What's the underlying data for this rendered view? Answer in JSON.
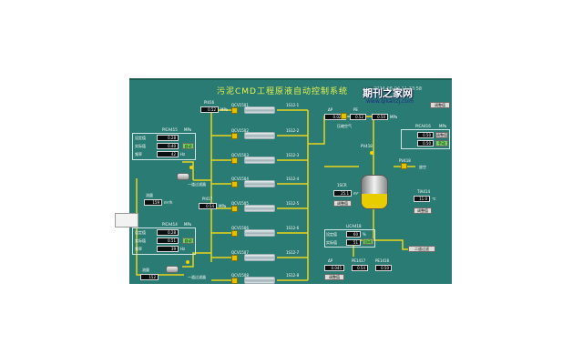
{
  "header": {
    "title": "污泥CMD工程原液自动控制系统",
    "clock": "2024-06-04 11:33:58"
  },
  "left": {
    "pump_a": {
      "tag": "PICA415",
      "unit": "MPa",
      "pressure": "0.28",
      "setpoint": "0.40",
      "freq": "42",
      "freq_unit": "Hz",
      "btn": "自动"
    },
    "flow_a": {
      "value": "159",
      "unit": "m³/h"
    },
    "pump_b": {
      "tag": "PICA414",
      "unit": "MPa",
      "pressure": "0.28",
      "setpoint": "0.51",
      "freq": "39",
      "freq_unit": "Hz",
      "btn": "自动"
    },
    "flow_b": {
      "value": "152",
      "unit": "m³/h"
    },
    "side_button": "",
    "label_pressure": "设定值",
    "label_actual": "实际值",
    "label_freq": "频率",
    "label_flow": "流量",
    "filter_a_label": "一道过滤器",
    "filter_b_label": "一道过滤器"
  },
  "center": {
    "header_pi": {
      "tag": "PI416",
      "value": "0.52",
      "unit": "MPa"
    },
    "mid_pi": {
      "tag": "PI417",
      "value": "0.54",
      "unit": "MPa"
    },
    "valves": [
      "QCV1501",
      "QCV1502",
      "QCV1503",
      "QCV1504",
      "QCV1505",
      "QCV1506",
      "QCV1507",
      "QCV1508"
    ],
    "filters": [
      "1S12-1",
      "1S12-2",
      "1S12-3",
      "1S12-4",
      "1S12-5",
      "1S12-6",
      "1S12-7",
      "1S12-8"
    ]
  },
  "right": {
    "dp": {
      "label": "ΔP",
      "value": "0.022"
    },
    "pe": {
      "tag": "PE",
      "value": "0.52"
    },
    "reading": {
      "value": "0.50",
      "unit": "MPa"
    },
    "top_btn": "调整值",
    "pica416": {
      "tag": "PICA416",
      "unit": "MPa",
      "setpoint": "0.50",
      "actual": "0.50",
      "btn_a": "调整值",
      "btn_b": "手动"
    },
    "air": "压缩空气",
    "pv_tag": "PV418",
    "pv2_tag": "PV418",
    "vent": "放空",
    "tank_label": "",
    "tank_tag": "1SCR",
    "tank_value": "25.1",
    "tank_unit": "m³",
    "tank_btn": "调整值",
    "tank_level": 0.45,
    "ti": {
      "tag": "TIA414",
      "value": "11.0",
      "unit": "℃",
      "btn": "调整值"
    },
    "lica": {
      "tag": "LICA418",
      "setpoint": "60",
      "actual": "51",
      "unit": "%",
      "btn": "自动",
      "label_set": "设定值",
      "label_act": "实际值"
    },
    "bottom_pe": [
      {
        "tag": "ΔP",
        "value": "0.045"
      },
      {
        "tag": "PE1417",
        "value": "0.54"
      },
      {
        "tag": "PE1416",
        "value": "0.50"
      }
    ],
    "bottom_btn": "调整值",
    "second_filter": "二道过滤"
  },
  "watermark": {
    "brand": "期刊之家网",
    "url": "www.qikanzj.com"
  },
  "colors": {
    "panel": "#2a7b73",
    "pipe": "#e9d51a",
    "title": "#e8f24a",
    "value_bg": "#0a0f10"
  }
}
